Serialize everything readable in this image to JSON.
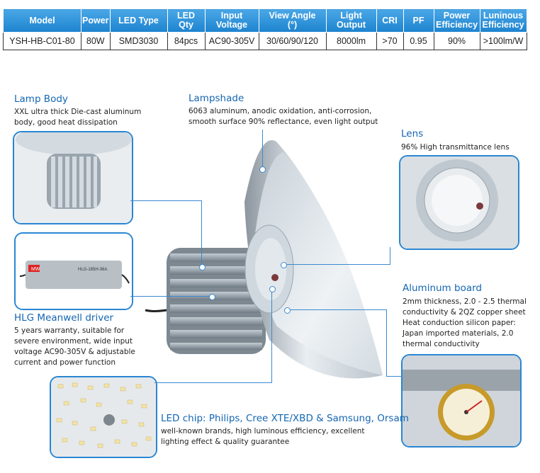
{
  "table": {
    "headers": [
      {
        "l1": "Model",
        "l2": ""
      },
      {
        "l1": "Power",
        "l2": ""
      },
      {
        "l1": "LED Type",
        "l2": ""
      },
      {
        "l1": "LED",
        "l2": "Qty"
      },
      {
        "l1": "Input",
        "l2": "Voltage"
      },
      {
        "l1": "View Angle",
        "l2": "(°)"
      },
      {
        "l1": "Light",
        "l2": "Output"
      },
      {
        "l1": "CRI",
        "l2": ""
      },
      {
        "l1": "PF",
        "l2": ""
      },
      {
        "l1": "Power",
        "l2": "Efficiency"
      },
      {
        "l1": "Luninous",
        "l2": "Efficiency"
      }
    ],
    "row": [
      "YSH-HB-C01-80",
      "80W",
      "SMD3030",
      "84pcs",
      "AC90-305V",
      "30/60/90/120",
      "8000lm",
      ">70",
      "0.95",
      "90%",
      ">100lm/W"
    ]
  },
  "features": {
    "lamp_body": {
      "title": "Lamp Body",
      "desc": "XXL ultra thick Die-cast aluminum body, good heat dissipation"
    },
    "lampshade": {
      "title": "Lampshade",
      "desc": "6063 aluminum, anodic oxidation, anti-corrosion, smooth surface 90% reflectance, even light output"
    },
    "lens": {
      "title": "Lens",
      "desc": "96% High transmittance lens"
    },
    "driver": {
      "title": "HLG Meanwell driver",
      "desc": "5 years warranty, suitable for severe environment, wide input voltage AC90-305V & adjustable current and power function"
    },
    "board": {
      "title": "Aluminum board",
      "desc": "2mm thickness, 2.0 - 2.5 thermal conductivity & 2QZ copper sheet Heat conduction silicon paper: Japan imported materials, 2.0 thermal conductivity"
    },
    "chip": {
      "title": "LED chip: Philips, Cree XTE/XBD & Samsung, Orsam",
      "desc": "well-known brands, high luminous efficiency, excellent lighting effect & quality guarantee"
    }
  },
  "driver_label": {
    "brand": "MW",
    "model": "HLG-185H-36A"
  },
  "colors": {
    "accent": "#1466b3",
    "header": "#1d83cf",
    "line": "#3a8ad0"
  }
}
